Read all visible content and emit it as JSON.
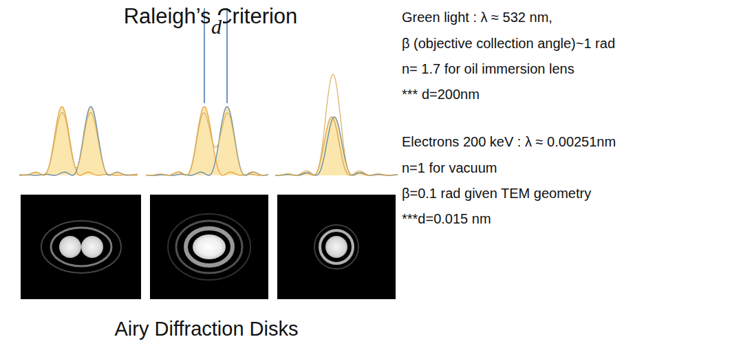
{
  "diagram": {
    "title": "Raleigh’s Criterion",
    "caption": "Airy Diffraction Disks",
    "labels": [
      "d",
      "Green light : λ ≈ 532 nm,",
      "β (objective collection angle)~1 rad",
      "n= 1.7 for oil immersion lens",
      "*** d=200nm",
      "Electrons 200 keV  : λ ≈ 0.00251nm",
      "n=1 for vacuum",
      "β=0.1 rad given TEM geometry",
      "***d=0.015 nm"
    ]
  }
}
